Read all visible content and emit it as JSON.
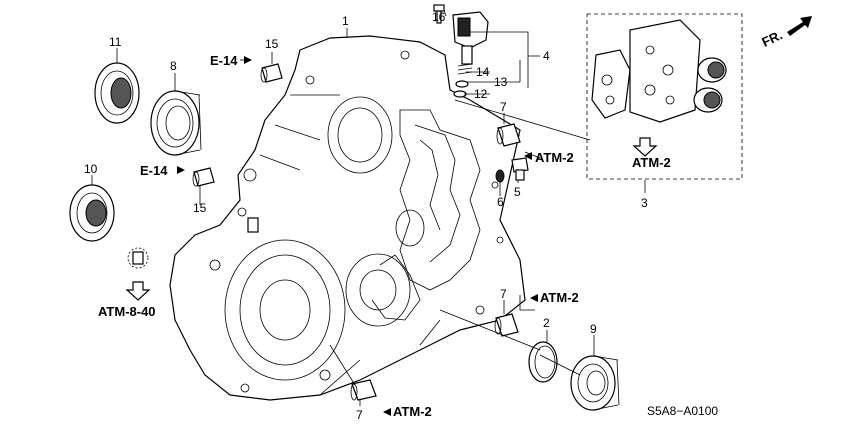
{
  "callouts": {
    "n1": "1",
    "n2": "2",
    "n3": "3",
    "n4": "4",
    "n5": "5",
    "n6": "6",
    "n7a": "7",
    "n7b": "7",
    "n7c": "7",
    "n8": "8",
    "n9": "9",
    "n10": "10",
    "n11": "11",
    "n12": "12",
    "n13": "13",
    "n14": "14",
    "n15a": "15",
    "n15b": "15",
    "n16": "16"
  },
  "references": {
    "e14_top": "E-14",
    "e14_mid": "E-14",
    "atm2_mid": "ATM-2",
    "atm2_box": "ATM-2",
    "atm2_lower": "ATM-2",
    "atm2_bottom": "ATM-2",
    "atm840": "ATM-8-40"
  },
  "direction_label": "FR.",
  "diagram_code": "S5A8−A0100",
  "colors": {
    "line": "#000000",
    "background": "#ffffff"
  }
}
